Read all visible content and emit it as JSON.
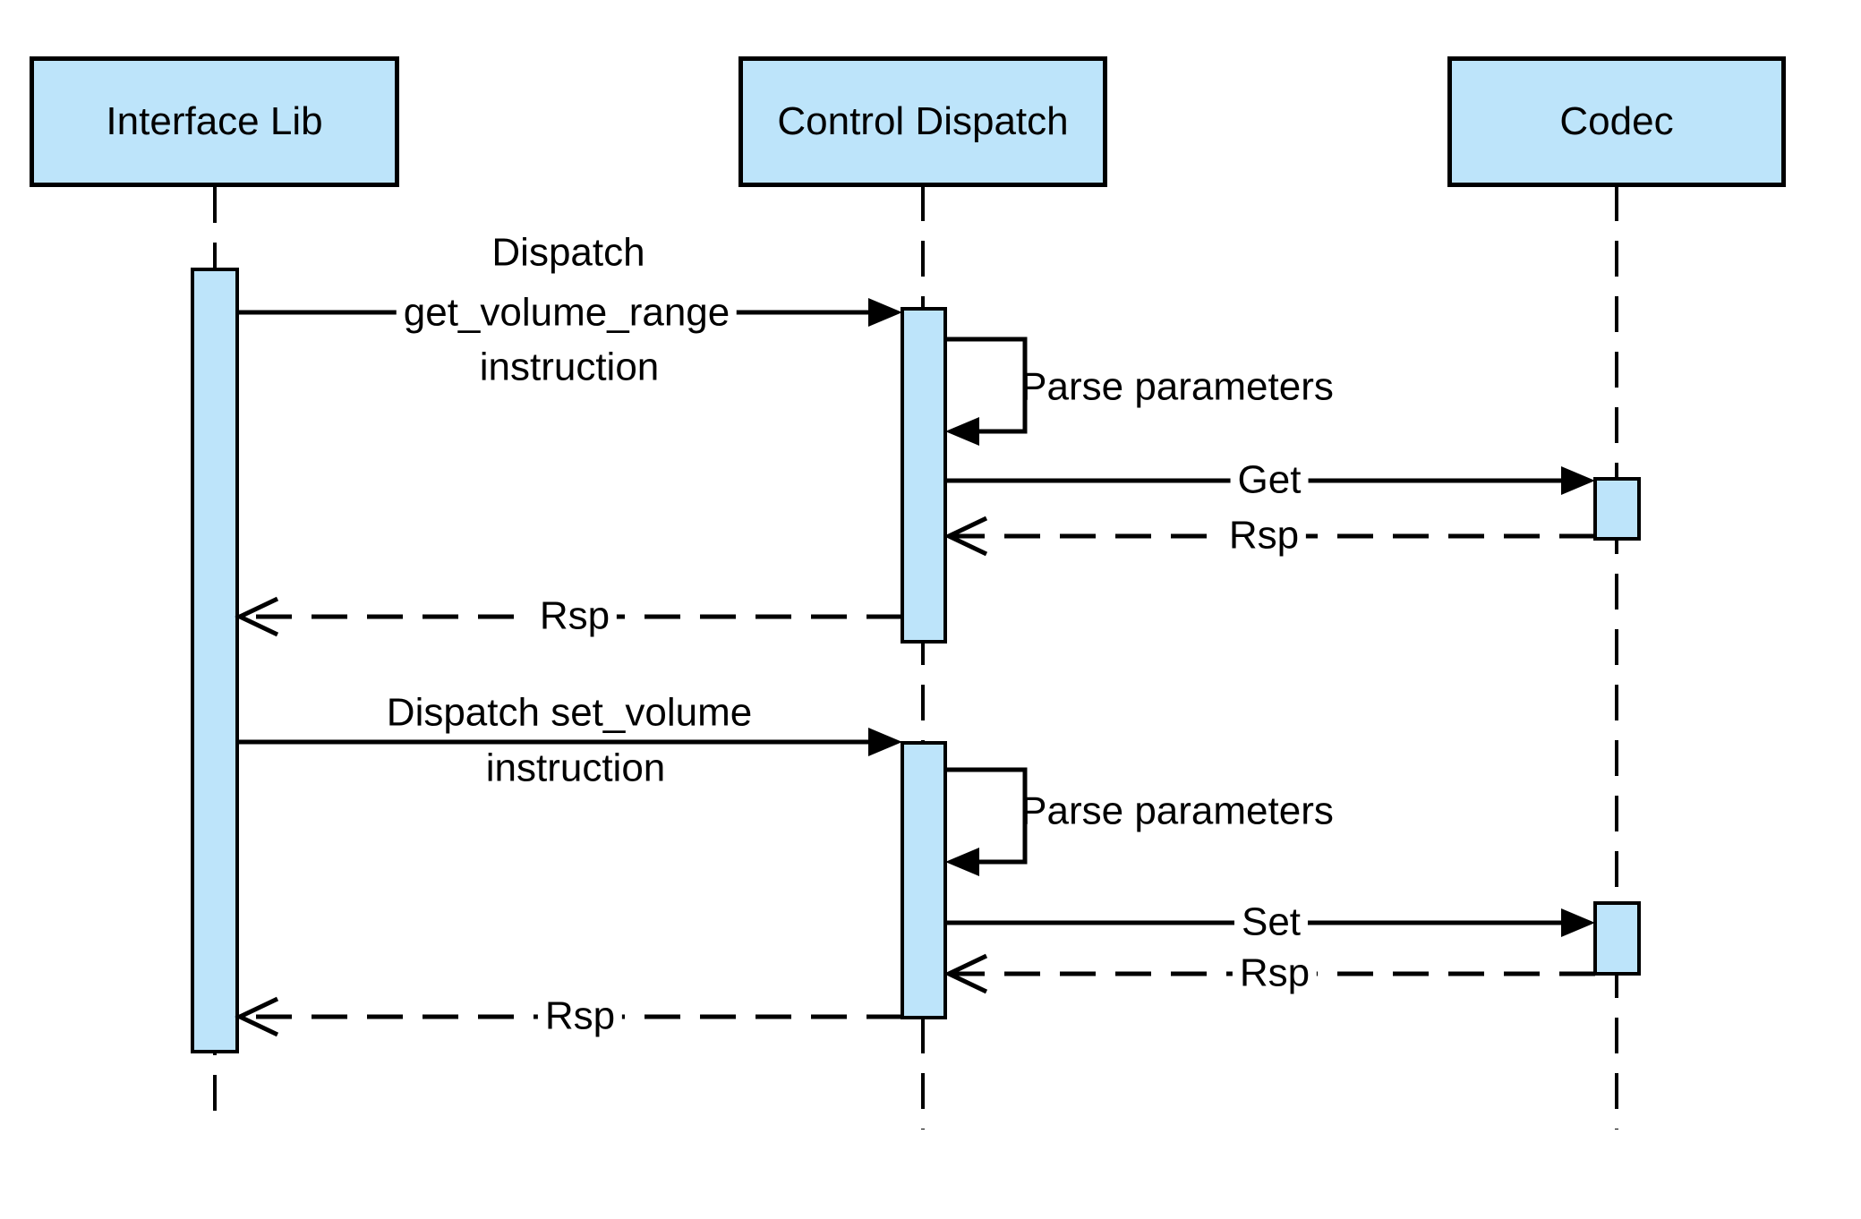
{
  "diagram": {
    "kind": "uml-sequence-diagram",
    "background_color": "#ffffff",
    "colors": {
      "participant_fill": "#bde4fa",
      "activation_fill": "#bde4fa",
      "stroke": "#000000",
      "text": "#000000"
    },
    "participants": [
      {
        "id": "interface-lib",
        "label": "Interface Lib"
      },
      {
        "id": "control-dispatch",
        "label": "Control Dispatch"
      },
      {
        "id": "codec",
        "label": "Codec"
      }
    ],
    "messages": [
      {
        "seq": 1,
        "from": "interface-lib",
        "to": "control-dispatch",
        "label": "Dispatch get_volume_range instruction",
        "lines": [
          "Dispatch",
          "get_volume_range",
          "instruction"
        ],
        "line_style": "solid",
        "arrowhead": "filled"
      },
      {
        "seq": 2,
        "from": "control-dispatch",
        "to": "control-dispatch",
        "label": "Parse parameters",
        "lines": [
          "Parse parameters"
        ],
        "line_style": "solid",
        "arrowhead": "filled",
        "self_message": true
      },
      {
        "seq": 3,
        "from": "control-dispatch",
        "to": "codec",
        "label": "Get",
        "lines": [
          "Get"
        ],
        "line_style": "solid",
        "arrowhead": "filled"
      },
      {
        "seq": 4,
        "from": "codec",
        "to": "control-dispatch",
        "label": "Rsp",
        "lines": [
          "Rsp"
        ],
        "line_style": "dashed",
        "arrowhead": "open"
      },
      {
        "seq": 5,
        "from": "control-dispatch",
        "to": "interface-lib",
        "label": "Rsp",
        "lines": [
          "Rsp"
        ],
        "line_style": "dashed",
        "arrowhead": "open"
      },
      {
        "seq": 6,
        "from": "interface-lib",
        "to": "control-dispatch",
        "label": "Dispatch set_volume instruction",
        "lines": [
          "Dispatch set_volume",
          "instruction"
        ],
        "line_style": "solid",
        "arrowhead": "filled"
      },
      {
        "seq": 7,
        "from": "control-dispatch",
        "to": "control-dispatch",
        "label": "Parse parameters",
        "lines": [
          "Parse parameters"
        ],
        "line_style": "solid",
        "arrowhead": "filled",
        "self_message": true
      },
      {
        "seq": 8,
        "from": "control-dispatch",
        "to": "codec",
        "label": "Set",
        "lines": [
          "Set"
        ],
        "line_style": "solid",
        "arrowhead": "filled"
      },
      {
        "seq": 9,
        "from": "codec",
        "to": "control-dispatch",
        "label": "Rsp",
        "lines": [
          "Rsp"
        ],
        "line_style": "dashed",
        "arrowhead": "open"
      },
      {
        "seq": 10,
        "from": "control-dispatch",
        "to": "interface-lib",
        "label": "Rsp",
        "lines": [
          "Rsp"
        ],
        "line_style": "dashed",
        "arrowhead": "open"
      }
    ]
  }
}
